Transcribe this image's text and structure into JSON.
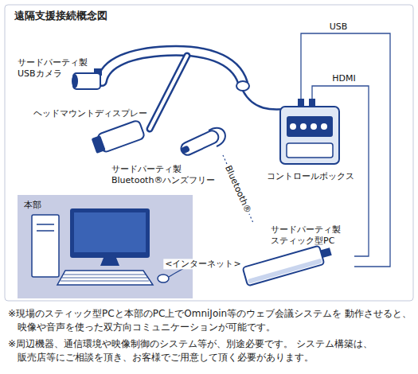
{
  "diagram": {
    "title": "遠隔支援接続概念図",
    "nodes": [
      {
        "text": [
          "サードパーティ製 USBカメラ"
        ]
      },
      {
        "text": [
          "ヘッドマウントディスプレー"
        ]
      },
      {
        "text": [
          "サードパーティ製 Bluetooth®ハンズフリー"
        ]
      },
      {
        "text": [
          "コントロールボックス"
        ]
      },
      {
        "text": [
          "本部"
        ]
      },
      {
        "text": [
          "サードパーティ製 スティック型PC"
        ]
      }
    ],
    "edges": [
      {
        "from": 3,
        "to": 5,
        "label": "USB",
        "arrow": "none"
      },
      {
        "from": 3,
        "to": 5,
        "label": "HDMI",
        "arrow": "none"
      },
      {
        "from": 2,
        "to": 5,
        "label": "Bluetooth®",
        "arrow": "none"
      },
      {
        "from": 4,
        "to": 5,
        "label": "<インターネット>",
        "arrow": "none"
      }
    ],
    "labels": [
      "※現場のスティック型PCと本部のPC上でOmniJoin等のウェブ会議システムを 動作させると、映像や音声を使った双方向コミュニケーションが可能です。",
      "※周辺機器、通信環境や映像制御のシステム等が、別途必要です。 システム構築は、販売店等にご相談を頂き、お客様でご用意して頂く必要があります。"
    ]
  }
}
